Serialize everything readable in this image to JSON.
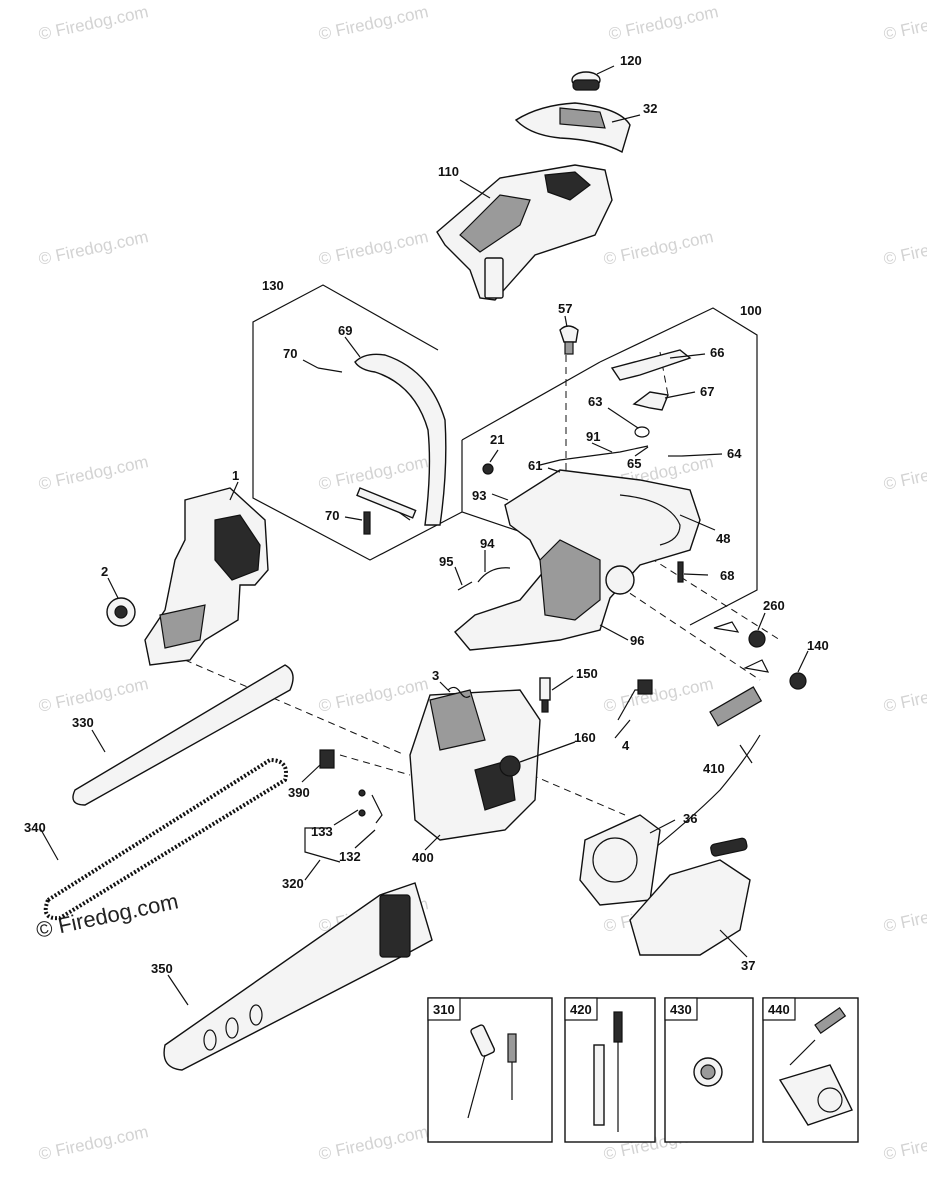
{
  "watermark": {
    "text": "© Firedog.com",
    "prominent_text": "© Firedog.com"
  },
  "callouts": {
    "c120": "120",
    "c32": "32",
    "c110": "110",
    "c130": "130",
    "c69": "69",
    "c70a": "70",
    "c70b": "70",
    "c57": "57",
    "c100": "100",
    "c66": "66",
    "c67": "67",
    "c63": "63",
    "c21": "21",
    "c91": "91",
    "c61": "61",
    "c65": "65",
    "c64": "64",
    "c93": "93",
    "c48": "48",
    "c1": "1",
    "c94": "94",
    "c95": "95",
    "c68": "68",
    "c2": "2",
    "c260": "260",
    "c96": "96",
    "c140": "140",
    "c3": "3",
    "c150": "150",
    "c330": "330",
    "c4": "4",
    "c160": "160",
    "c410": "410",
    "c390": "390",
    "c133": "133",
    "c36": "36",
    "c340": "340",
    "c132": "132",
    "c400": "400",
    "c320": "320",
    "c37": "37",
    "c350": "350"
  },
  "inset_boxes": [
    {
      "label": "310"
    },
    {
      "label": "420"
    },
    {
      "label": "430"
    },
    {
      "label": "440"
    }
  ]
}
